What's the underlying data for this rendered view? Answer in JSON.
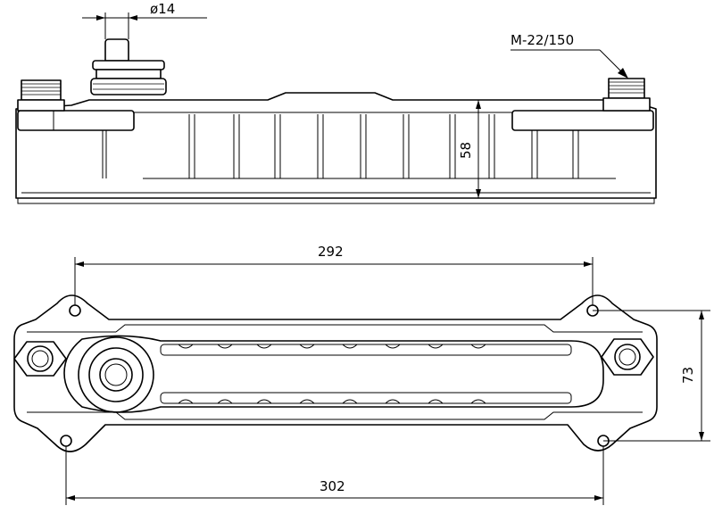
{
  "drawing": {
    "dimensions": {
      "diameter_label": "ø14",
      "thread_label": "M-22/150",
      "height_label": "58",
      "hole_spacing_top_label": "292",
      "hole_spacing_bottom_label": "302",
      "hole_spacing_vertical_label": "73"
    },
    "icons": [
      "thread-fitting-icon",
      "hex-nut-icon",
      "mounting-hole-icon"
    ]
  }
}
